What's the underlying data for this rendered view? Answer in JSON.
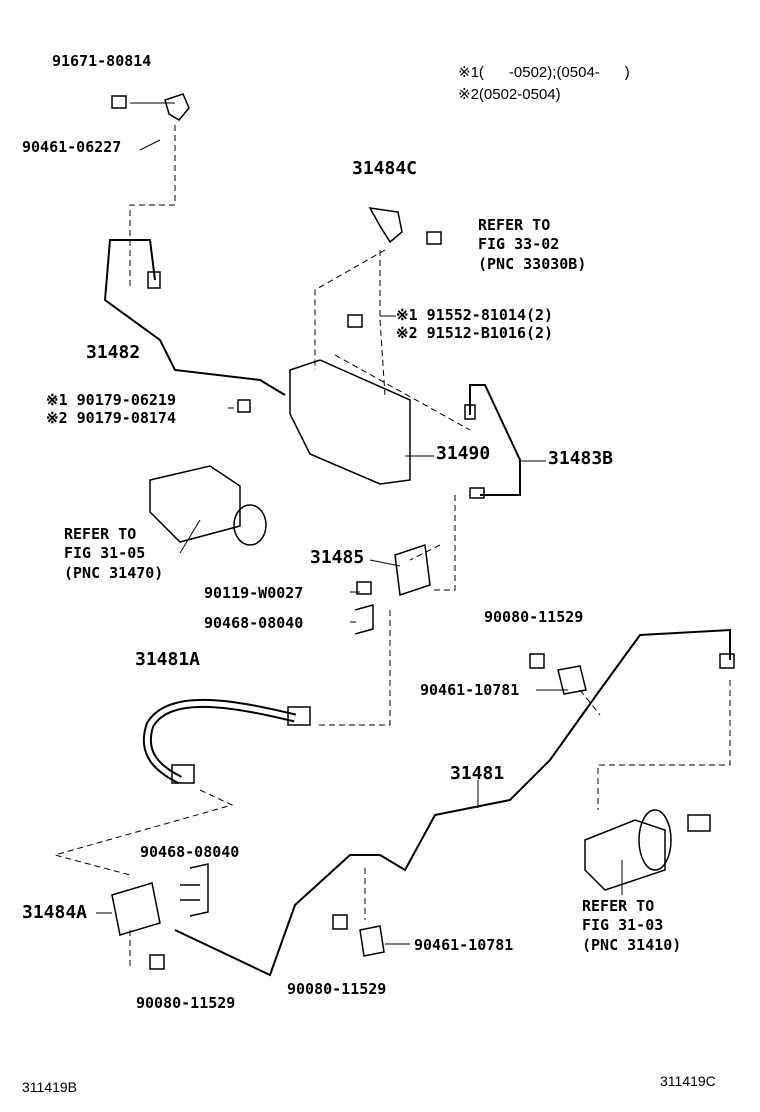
{
  "notes": {
    "n1": "※1(      -0502);(0504-      )",
    "n2": "※2(0502-0504)"
  },
  "labels": {
    "p91671": "91671-80814",
    "p90461a": "90461-06227",
    "p31484C": "31484C",
    "ref1": [
      "REFER TO",
      "FIG 33-02",
      "(PNC 33030B)"
    ],
    "p91552": "※1 91552-81014(2)",
    "p91512": "※2 91512-B1016(2)",
    "p31482": "31482",
    "p90179a": "※1 90179-06219",
    "p90179b": "※2 90179-08174",
    "p31490": "31490",
    "p31483B": "31483B",
    "ref2": [
      "REFER TO",
      "FIG 31-05",
      "(PNC 31470)"
    ],
    "p31485": "31485",
    "p90119": "90119-W0027",
    "p90468a": "90468-08040",
    "p90080a": "90080-11529",
    "p31481A": "31481A",
    "p90461b": "90461-10781",
    "p31481": "31481",
    "p90468b": "90468-08040",
    "p31484A": "31484A",
    "ref3": [
      "REFER TO",
      "FIG 31-03",
      "(PNC 31410)"
    ],
    "p90461c": "90461-10781",
    "p90080b": "90080-11529",
    "p90080c": "90080-11529"
  },
  "codes": {
    "left": "311419B",
    "right": "311419C"
  }
}
